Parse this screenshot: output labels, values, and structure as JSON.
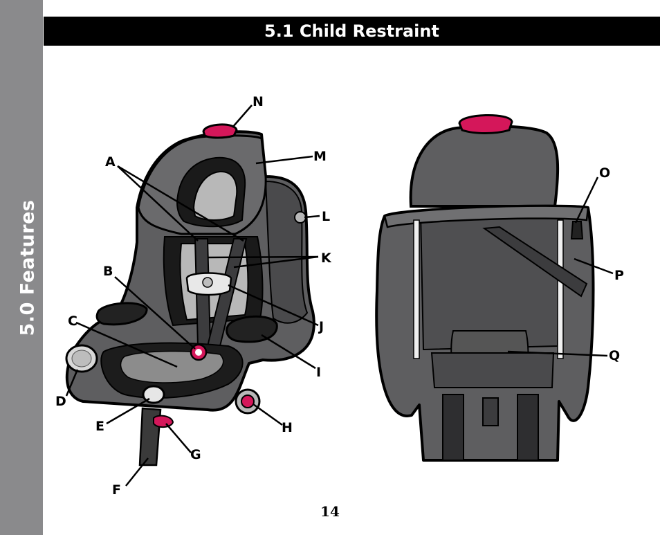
{
  "section_tab": {
    "label": "5.0 Features"
  },
  "header": {
    "title": "5.1 Child Restraint"
  },
  "page": {
    "number": "14"
  },
  "callouts": [
    "A",
    "B",
    "C",
    "D",
    "E",
    "F",
    "G",
    "H",
    "I",
    "J",
    "K",
    "L",
    "M",
    "N",
    "O",
    "P",
    "Q"
  ],
  "colors": {
    "accent": "#d4175a",
    "shell": "#5e5e60",
    "shell_dark": "#2a2a2a",
    "pad_light": "#b8b8b8",
    "side_tab": "#8a8a8c"
  }
}
